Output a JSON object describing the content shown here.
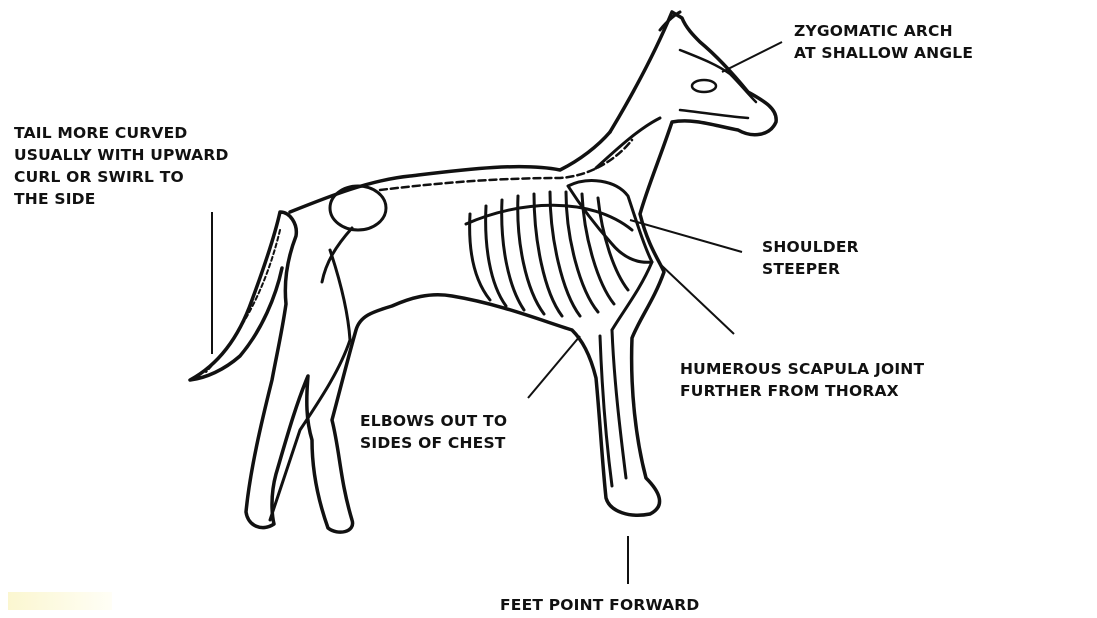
{
  "figure": {
    "labels": {
      "zygomatic": [
        "ZYGOMATIC ARCH",
        "AT SHALLOW ANGLE"
      ],
      "tail": [
        "TAIL MORE CURVED",
        "USUALLY WITH UPWARD",
        "CURL OR SWIRL TO",
        "THE SIDE"
      ],
      "shoulder": [
        "SHOULDER",
        "STEEPER"
      ],
      "humerous": [
        "HUMEROUS SCAPULA JOINT",
        "FURTHER FROM THORAX"
      ],
      "elbows": [
        "ELBOWS OUT TO",
        "SIDES OF CHEST"
      ],
      "feet": [
        "FEET POINT FORWARD"
      ]
    },
    "line_color": "#111111",
    "illustration": "dog-skeleton-side-view"
  }
}
